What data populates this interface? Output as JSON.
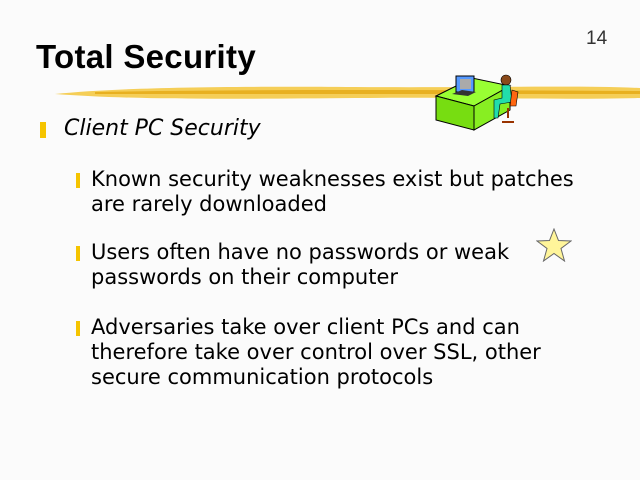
{
  "slide": {
    "title": "Total Security",
    "number": "14",
    "heading": "Client PC Security",
    "bullets": [
      {
        "line1": "Known security weaknesses exist but patches",
        "line2": "are rarely downloaded"
      },
      {
        "line1": "Users often have no passwords or weak",
        "line2": "passwords on their computer"
      },
      {
        "line1": "Adversaries take over client PCs and can",
        "line2": "therefore take over control over SSL, other",
        "line3": "secure communication protocols"
      }
    ],
    "icons": {
      "clipart": "person-at-computer-icon",
      "star": "star-icon",
      "bullet": "bar-bullet-icon"
    },
    "colors": {
      "accent": "#f5c400",
      "background": "#fbfbfb"
    }
  }
}
